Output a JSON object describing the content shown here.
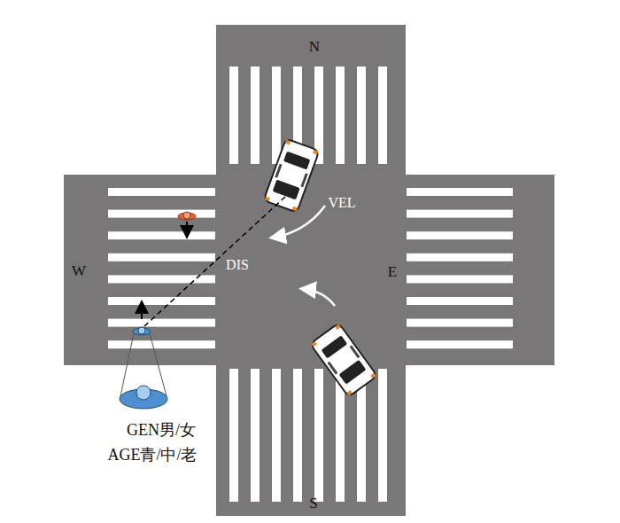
{
  "diagram": {
    "labels": [
      "N",
      "S",
      "W",
      "E",
      "VEL",
      "DIS",
      "GEN男/女",
      "AGE青/中/老"
    ]
  }
}
